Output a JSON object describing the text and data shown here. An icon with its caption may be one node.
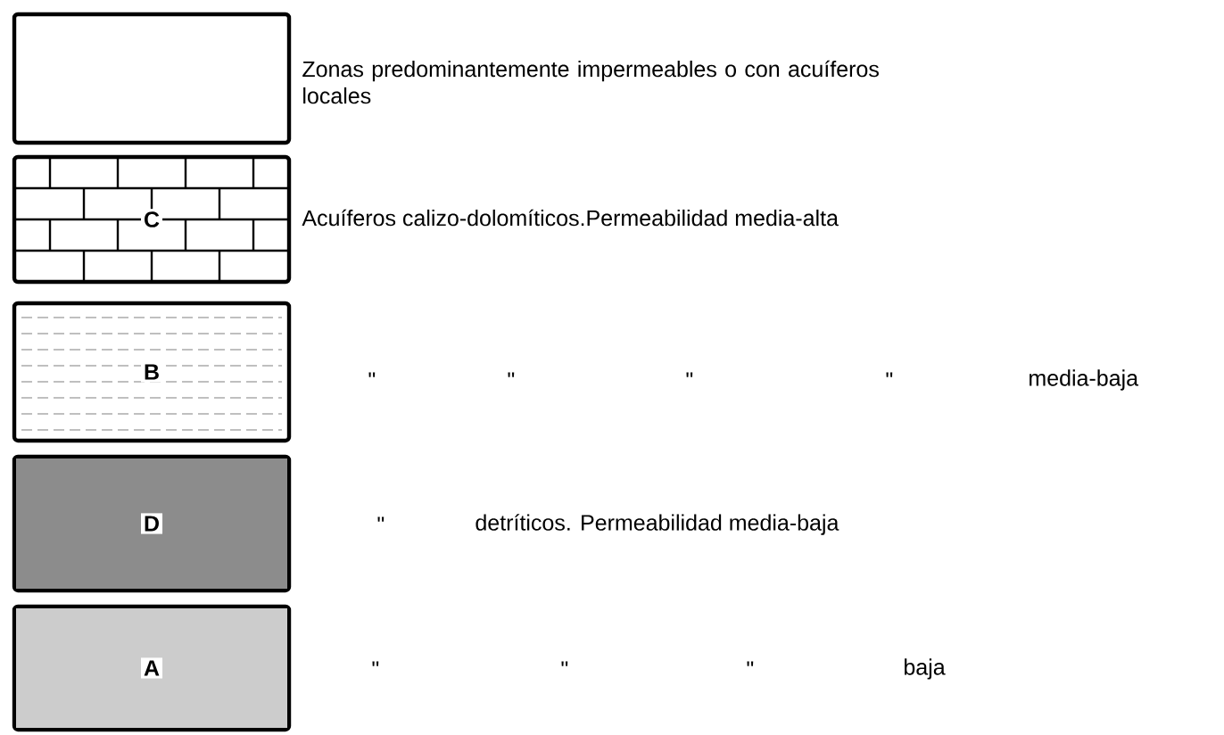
{
  "diagram": {
    "nodes": [
      {
        "text": [],
        "shape": "box",
        "beside": [
          "Zonas predominantemente impermeables o con acuíferos locales"
        ]
      },
      {
        "text": [
          "C"
        ],
        "beside": [
          "Acuíferos calizo-dolomíticos.Permeabilidad media-alta"
        ]
      },
      {
        "text": [
          "B"
        ],
        "beside": [
          "\""
        ]
      },
      {
        "text": [
          "D"
        ],
        "beside": [
          "\""
        ]
      },
      {
        "text": [
          "A"
        ],
        "beside": [
          "\""
        ]
      }
    ],
    "labels": [
      "\"",
      "\"",
      "\"",
      "media-baja",
      "detríticos. Permeabilidad media-baja",
      "\"",
      "\"",
      "baja"
    ]
  }
}
